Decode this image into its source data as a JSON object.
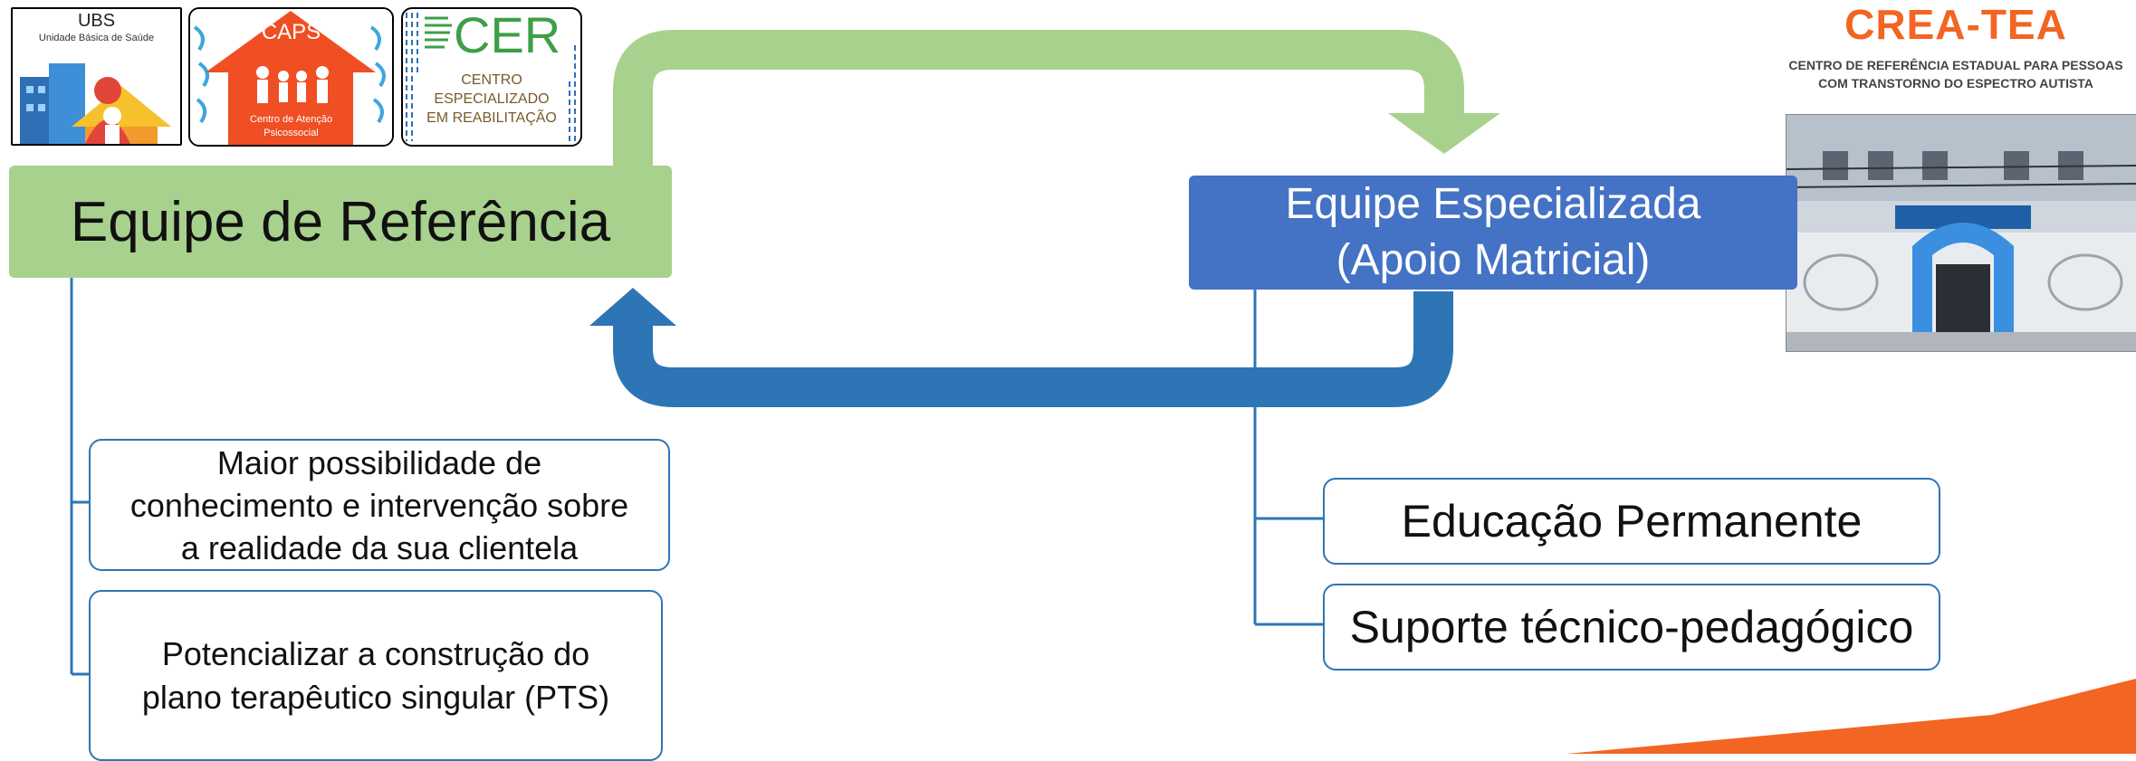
{
  "logos": {
    "ubs": {
      "title": "UBS",
      "subtitle": "Unidade Básica de Saúde"
    },
    "caps": {
      "title": "CAPS",
      "subtitle_line1": "Centro de Atenção",
      "subtitle_line2": "Psicossocial"
    },
    "cer": {
      "title": "CER",
      "line1": "CENTRO",
      "line2": "ESPECIALIZADO",
      "line3": "EM REABILITAÇÃO"
    },
    "crea_tea": {
      "title": "CREA-TEA",
      "line1": "CENTRO DE REFERÊNCIA ESTADUAL PARA PESSOAS",
      "line2": "COM TRANSTORNO DO ESPECTRO AUTISTA"
    }
  },
  "left": {
    "header": "Equipe de Referência",
    "items": [
      {
        "line1": "Maior possibilidade de",
        "line2": "conhecimento e intervenção sobre",
        "line3": "a realidade da sua clientela"
      },
      {
        "line1": "Potencializar a construção do",
        "line2": "plano terapêutico singular (PTS)"
      }
    ]
  },
  "right": {
    "header_line1": "Equipe Especializada",
    "header_line2": "(Apoio Matricial)",
    "items": [
      "Educação Permanente",
      "Suporte técnico-pedagógico"
    ]
  },
  "colors": {
    "green": "#a9d18e",
    "blue_box": "#4472c4",
    "blue_arrow": "#2e75b6",
    "orange": "#f26522"
  }
}
